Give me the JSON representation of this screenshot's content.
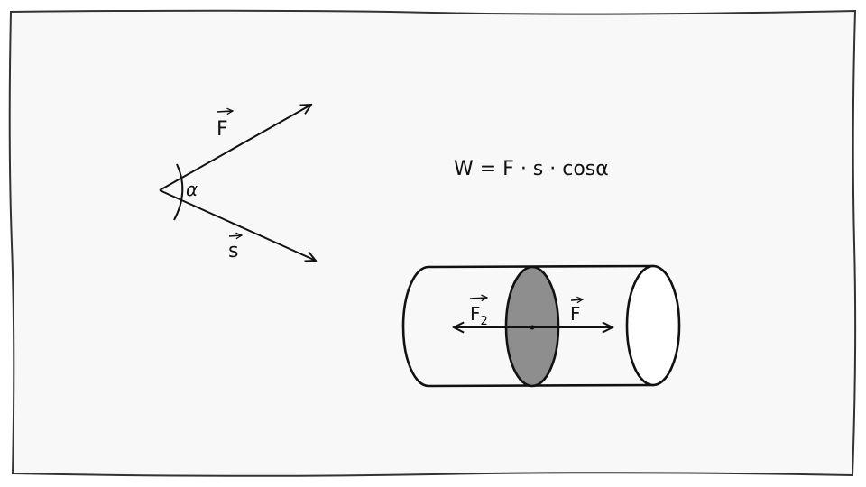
{
  "diagram": {
    "vector_force_label": "F",
    "vector_displacement_label": "s",
    "angle_label": "α",
    "formula": "W = F · s · cosα",
    "cylinder_force_left_label": "F",
    "cylinder_force_left_subscript": "2",
    "cylinder_force_right_label": "F",
    "piston_fill": "#8e8e8e",
    "board_fill": "#f8f8f8",
    "ink": "#111111"
  }
}
